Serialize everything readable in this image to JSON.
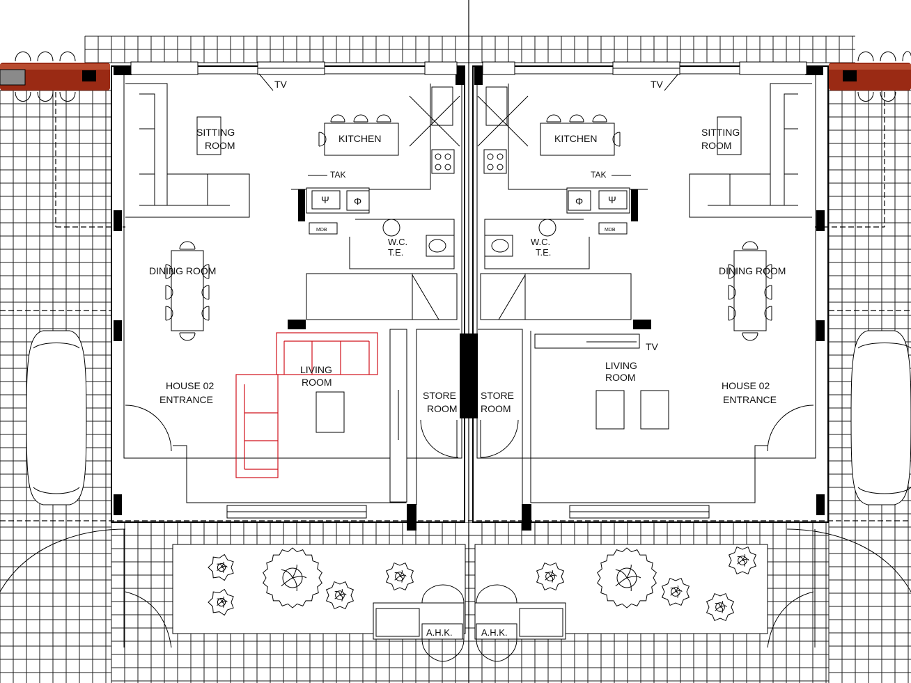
{
  "labels": {
    "tv": "TV",
    "sitting_line1": "SITTING",
    "sitting_line2": "ROOM",
    "kitchen": "KITCHEN",
    "tak": "TAK",
    "sink_symbol": "Ψ",
    "hob_symbol": "Φ",
    "mdb": "MDB",
    "wc_line1": "W.C.",
    "wc_line2": "T.E.",
    "dining": "DINING ROOM",
    "living_line1": "LIVING",
    "living_line2": "ROOM",
    "entrance_line1": "HOUSE 02",
    "entrance_line2": "ENTRANCE",
    "store_line1": "STORE",
    "store_line2": "ROOM",
    "ahk": "A.H.K."
  },
  "colors": {
    "wall": "#000000",
    "grid": "#1a1a1a",
    "red_furniture": "#d0101a",
    "car_fill": "#9a2a14",
    "car_highlight": "#c45a3a"
  }
}
